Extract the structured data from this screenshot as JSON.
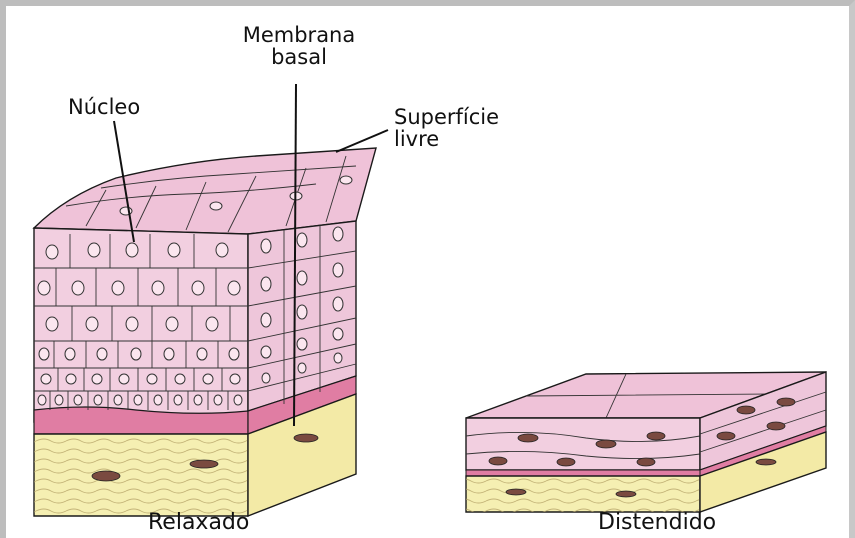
{
  "labels": {
    "membrane_line1": "Membrana",
    "membrane_line2": "basal",
    "nucleus": "Núcleo",
    "surface_line1": "Superfície",
    "surface_line2": "livre"
  },
  "captions": {
    "relaxed": "Relaxado",
    "distended": "Distendido"
  },
  "colors": {
    "cell_fill": "#f2cfe0",
    "cell_top": "#efc2d8",
    "basal_cells": "#e07da3",
    "connective": "#f5efb2",
    "outline": "#1a1a1a"
  }
}
